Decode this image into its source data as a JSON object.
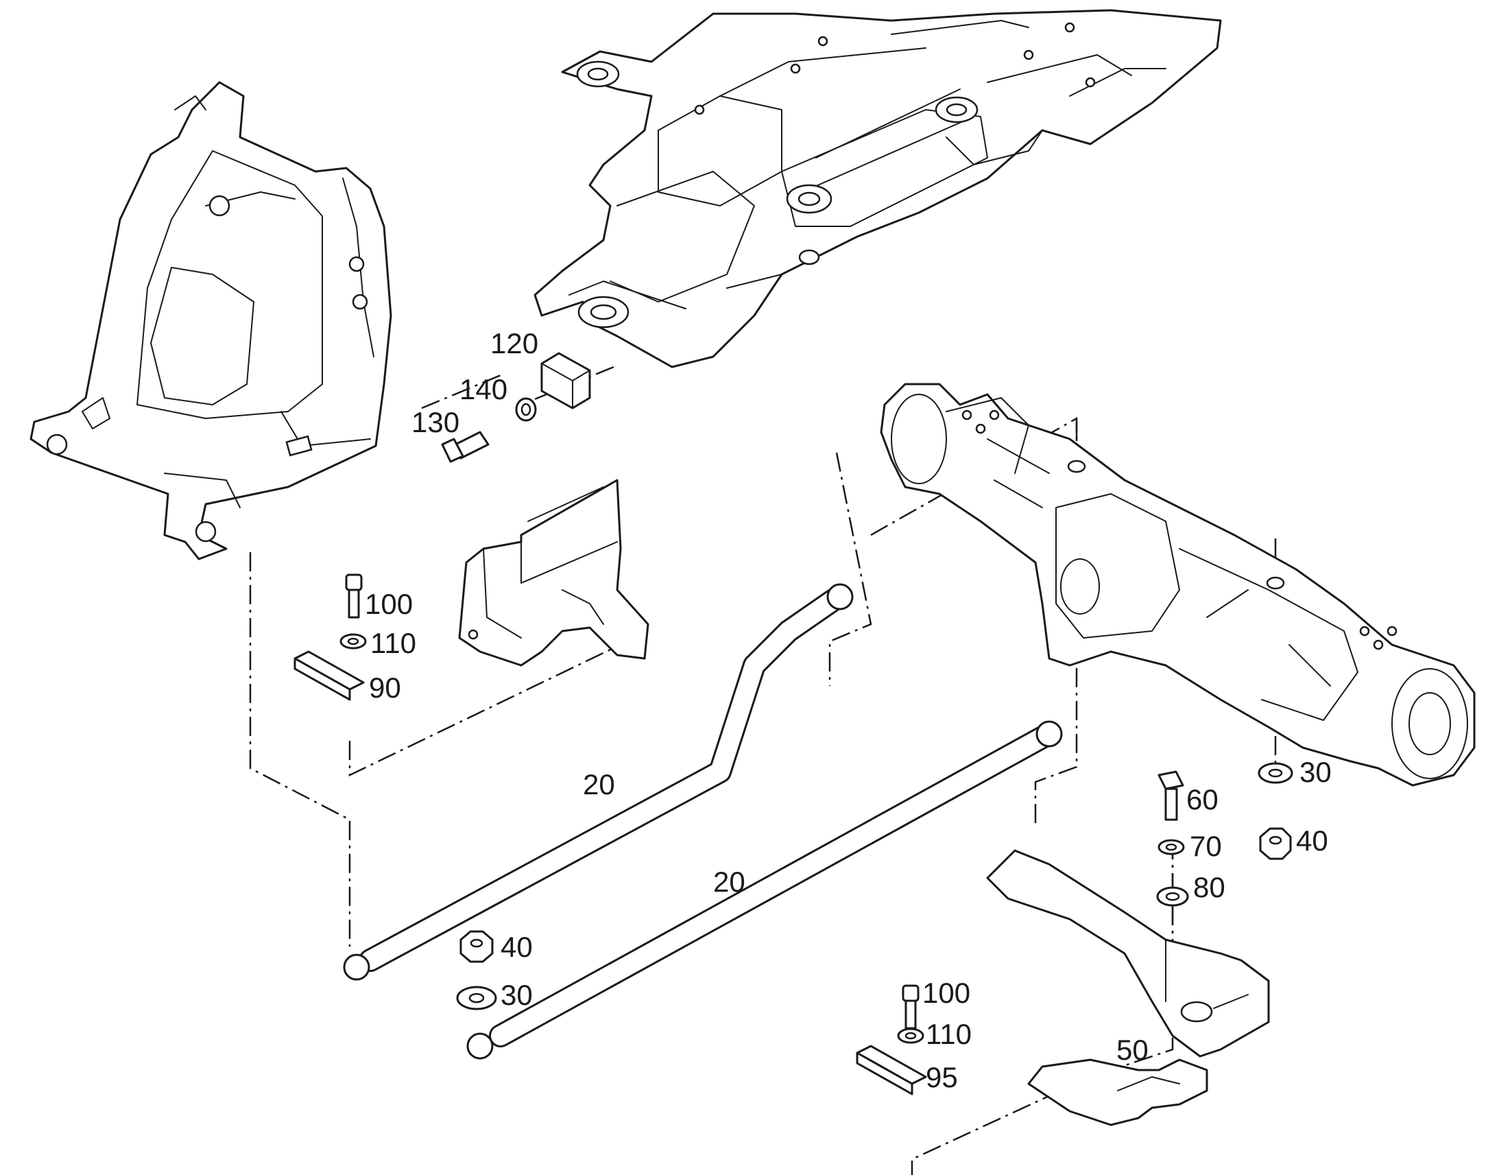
{
  "callouts": {
    "c120": "120",
    "c140": "140",
    "c130": "130",
    "c100a": "100",
    "c110a": "110",
    "c90": "90",
    "c20a": "20",
    "c20b": "20",
    "c60": "60",
    "c70": "70",
    "c80": "80",
    "c30a": "30",
    "c40a": "40",
    "c40b": "40",
    "c30b": "30",
    "c100b": "100",
    "c110b": "110",
    "c95": "95",
    "c50": "50"
  },
  "colors": {
    "line": "#1a1a1a",
    "background": "#ffffff"
  }
}
